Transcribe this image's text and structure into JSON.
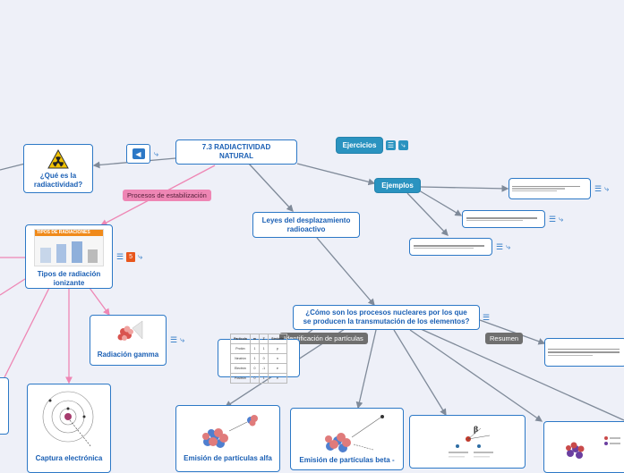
{
  "root": {
    "title": "7.3 RADIACTIVIDAD NATURAL"
  },
  "nodes": {
    "que_es": "¿Qué es la radiactividad?",
    "tipos": "Tipos de radiación ionizante",
    "tipos_img_caption": "TIPOS DE RADIACIONES",
    "gamma": "Radiación gamma",
    "captura": "Captura electrónica",
    "leyes": "Leyes del desplazamiento radioactivo",
    "como": "¿Cómo son los procesos nucleares por los que se producen la transmutación de los elementos?",
    "alfa": "Emisión de partículas alfa",
    "beta": "Emisión de partículas beta -",
    "ejercicios": "Ejercicios",
    "ejemplos": "Ejemplos"
  },
  "labels": {
    "procesos": "Procesos de estabilización",
    "identificacion": "Identificación de partículas",
    "resumen": "Resumen"
  },
  "table": {
    "headers": [
      "Partícula",
      "m",
      "Z",
      "Símbolo"
    ],
    "rows": [
      [
        "Protón",
        "1",
        "1",
        "p"
      ],
      [
        "Neutrón",
        "1",
        "0",
        "n"
      ],
      [
        "Electrón",
        "0",
        "-1",
        "e"
      ],
      [
        "Positrón",
        "0",
        "1",
        "e"
      ]
    ]
  },
  "colors": {
    "accent": "#2c78c6",
    "teal": "#2a93c0",
    "pink": "#ee86b4",
    "edge": "#7f8a99"
  }
}
